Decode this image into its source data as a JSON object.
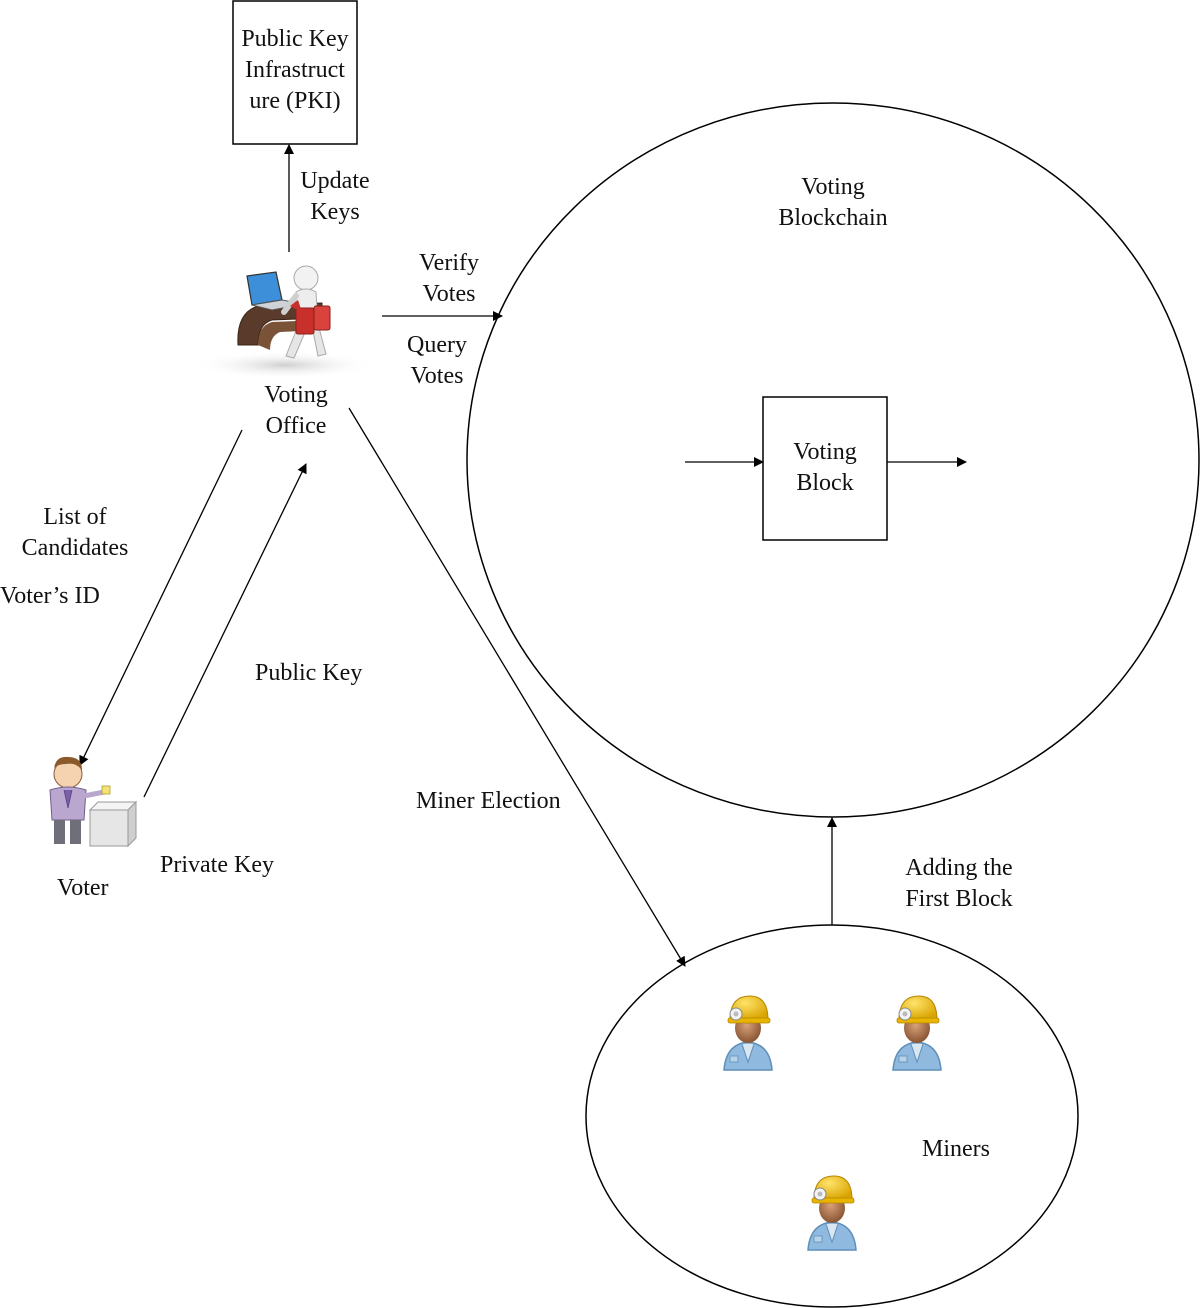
{
  "pki": {
    "line1": "Public Key",
    "line2": "Infrastruct",
    "line3": "ure (PKI)"
  },
  "update_keys": {
    "line1": "Update",
    "line2": "Keys"
  },
  "voting_office": {
    "line1": "Voting",
    "line2": "Office"
  },
  "verify_votes": {
    "line1": "Verify",
    "line2": "Votes"
  },
  "query_votes": {
    "line1": "Query",
    "line2": "Votes"
  },
  "voting_blockchain": {
    "line1": "Voting",
    "line2": "Blockchain"
  },
  "voting_block": {
    "line1": "Voting",
    "line2": "Block"
  },
  "list_of_candidates": {
    "line1": "List of",
    "line2": "Candidates"
  },
  "voters_id": "Voter’s ID",
  "public_key": "Public Key",
  "private_key": "Private Key",
  "voter": "Voter",
  "miner_election": "Miner Election",
  "adding_first_block": {
    "line1": "Adding the",
    "line2": "First Block"
  },
  "miners": "Miners",
  "colors": {
    "stroke": "#000000",
    "helmet": "#f2c21b",
    "miner_shirt": "#8fb9de",
    "voter_shirt": "#b9a7cf",
    "desk": "#5a3a2a",
    "bag": "#c9302c",
    "laptop_screen": "#3c8fd8"
  }
}
